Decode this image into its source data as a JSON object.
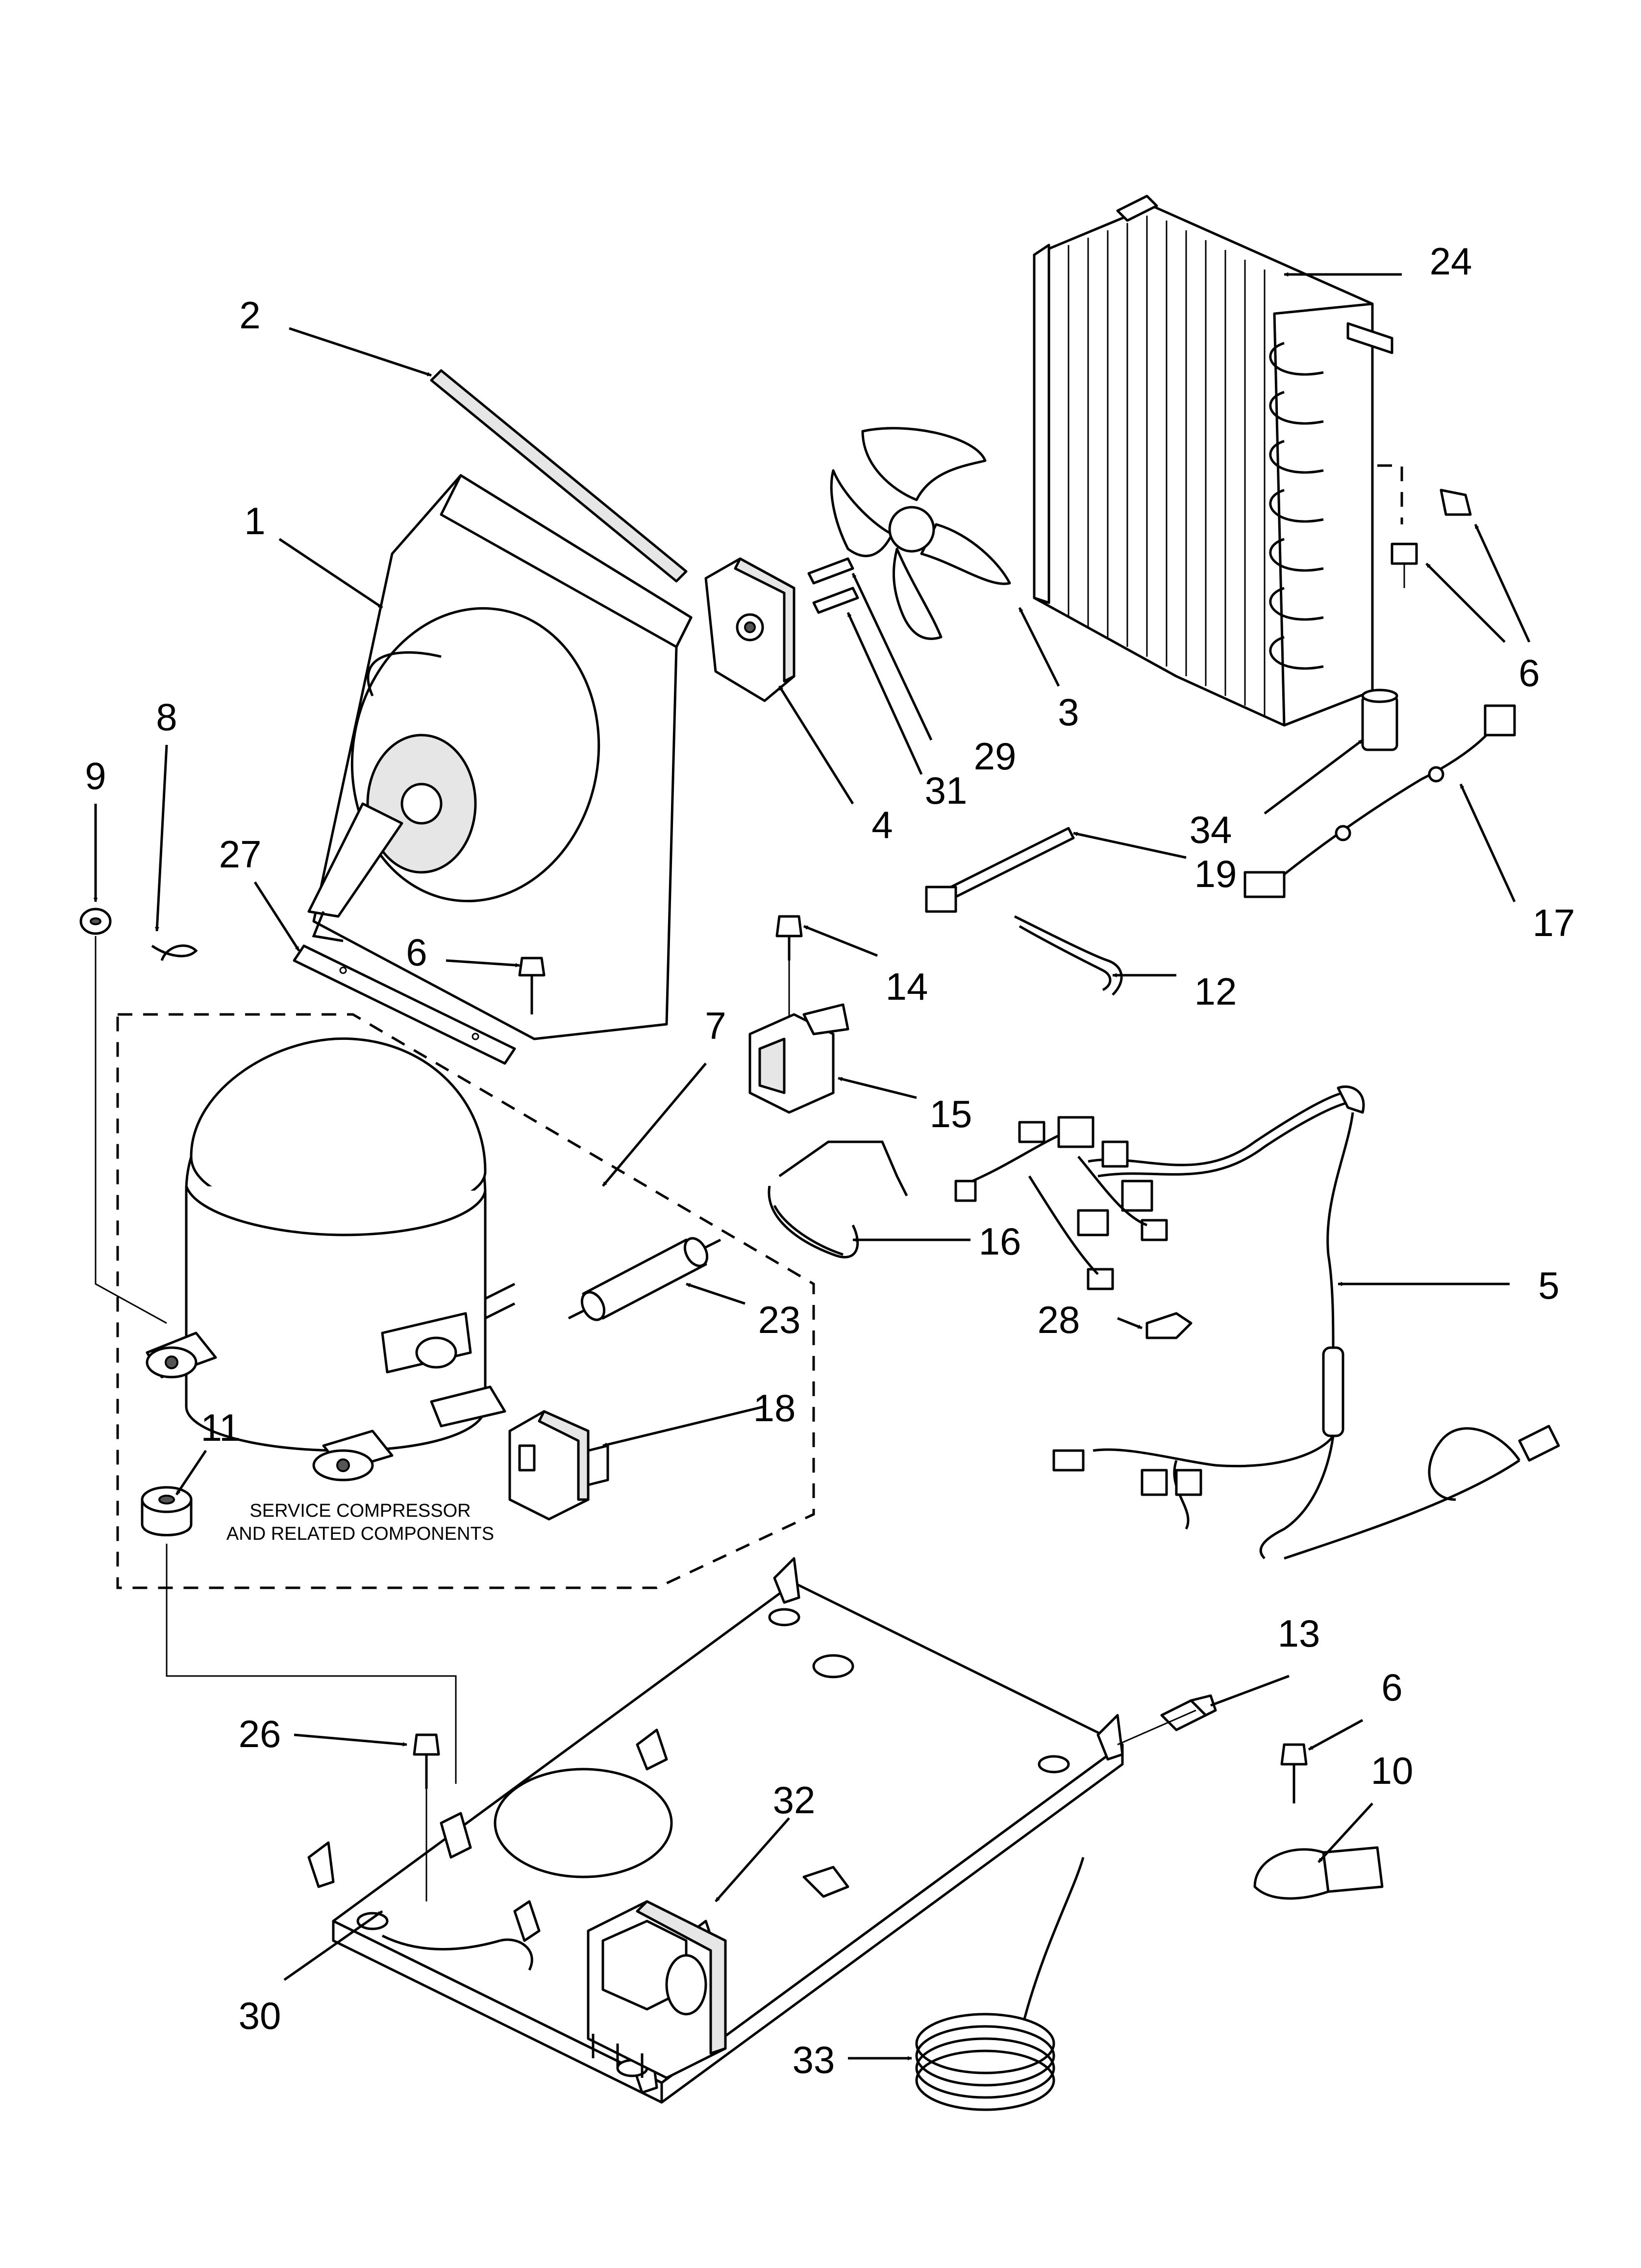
{
  "diagram": {
    "note_line1": "SERVICE COMPRESSOR",
    "note_line2": "AND RELATED COMPONENTS",
    "callouts": {
      "c1": "1",
      "c2": "2",
      "c3": "3",
      "c4": "4",
      "c5": "5",
      "c6a": "6",
      "c6b": "6",
      "c6c": "6",
      "c7": "7",
      "c8": "8",
      "c9": "9",
      "c10": "10",
      "c11": "11",
      "c12": "12",
      "c13": "13",
      "c14": "14",
      "c15": "15",
      "c16": "16",
      "c17": "17",
      "c18": "18",
      "c19": "19",
      "c23": "23",
      "c24": "24",
      "c26": "26",
      "c27": "27",
      "c28": "28",
      "c29": "29",
      "c30": "30",
      "c31": "31",
      "c32": "32",
      "c33": "33",
      "c34": "34"
    }
  }
}
